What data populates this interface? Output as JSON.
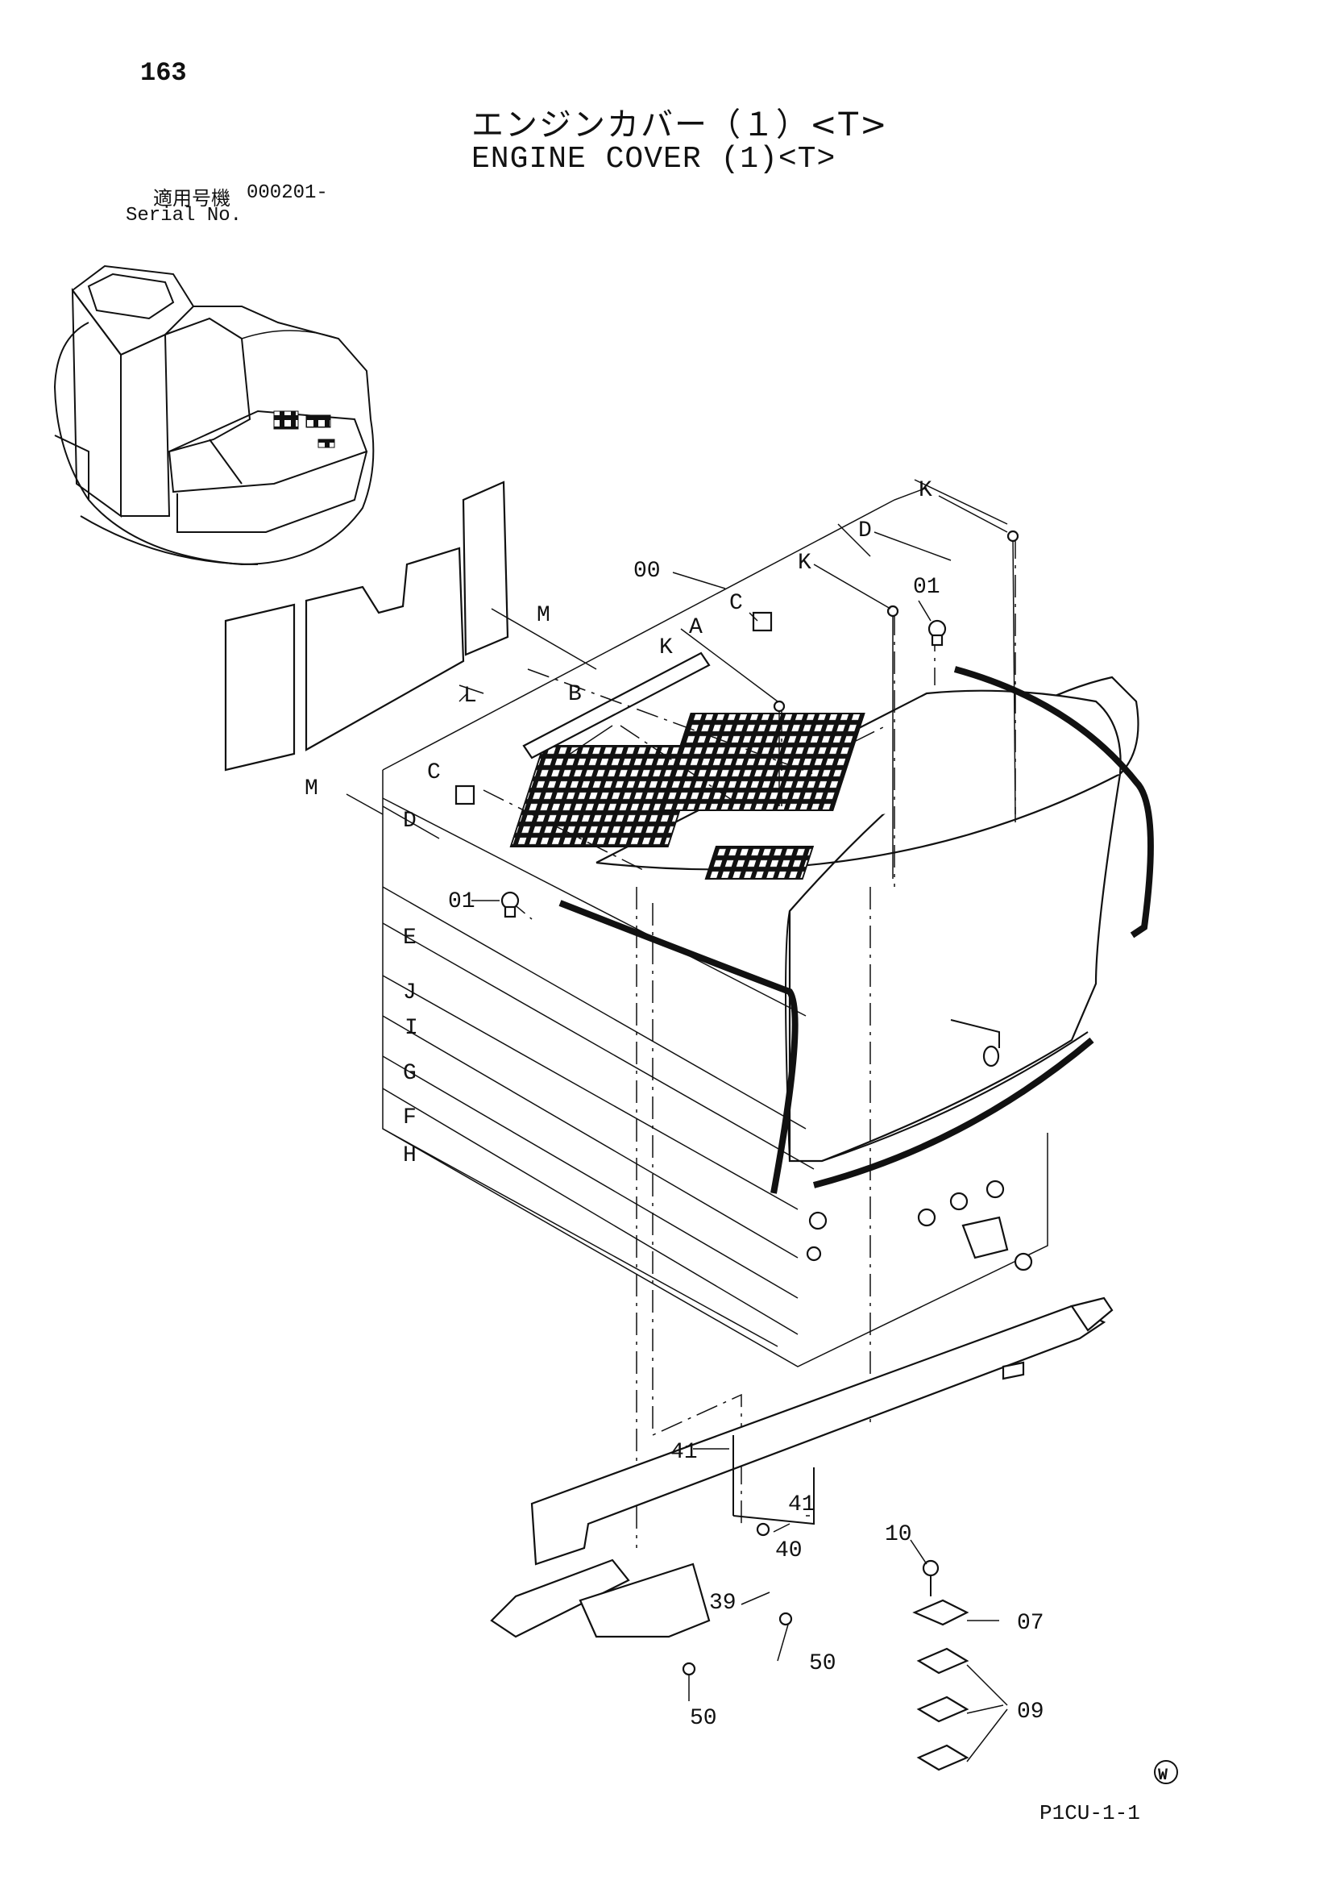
{
  "page_number": "163",
  "title": {
    "japanese": "エンジンカバー（１）<T>",
    "english": "ENGINE COVER (1)<T>"
  },
  "serial": {
    "label_japanese": "適用号機",
    "value": "000201-",
    "label_english": "Serial No."
  },
  "drawing_code": "P1CU-1-1",
  "callouts": {
    "letters": [
      "K",
      "D",
      "K",
      "C",
      "A",
      "K",
      "B",
      "L",
      "M",
      "M",
      "C",
      "D",
      "E",
      "J",
      "I",
      "G",
      "F",
      "H"
    ],
    "part_numbers": [
      "00",
      "01",
      "01",
      "41",
      "41",
      "40",
      "39",
      "50",
      "50",
      "10",
      "07",
      "09"
    ]
  },
  "mark": "W"
}
